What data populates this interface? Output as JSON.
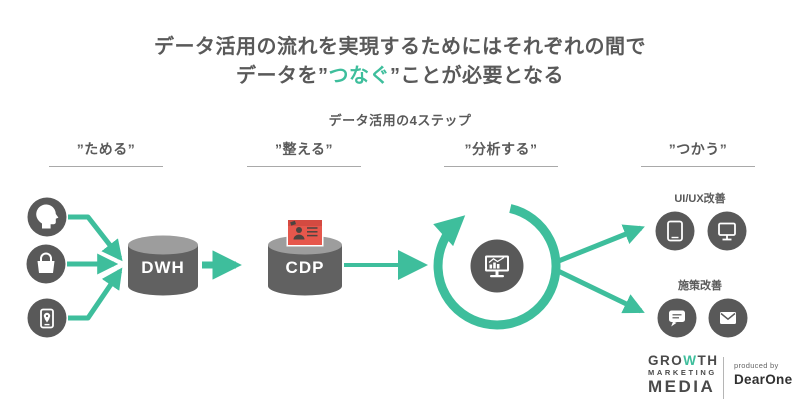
{
  "title": {
    "line1": "データ活用の流れを実現するためにはそれぞれの間で",
    "line2_prefix": "データを”",
    "line2_highlight": "つなぐ",
    "line2_suffix": "”ことが必要となる"
  },
  "subtitle": "データ活用の4ステップ",
  "steps": [
    {
      "label": "”ためる”"
    },
    {
      "label": "”整える”"
    },
    {
      "label": "”分析する”"
    },
    {
      "label": "”つかう”"
    }
  ],
  "diagram": {
    "dwh_label": "DWH",
    "cdp_label": "CDP",
    "output_groups": [
      {
        "label": "UI/UX改善",
        "icons": [
          "tablet-icon",
          "desktop-monitor-icon"
        ]
      },
      {
        "label": "施策改善",
        "icons": [
          "chat-bubble-icon",
          "email-icon"
        ]
      }
    ],
    "source_icons": [
      "user-profile-icon",
      "shopping-bag-icon",
      "mobile-location-icon"
    ],
    "analyze_icon": "analytics-monitor-icon",
    "cdp_badge_icon": "id-card-icon"
  },
  "colors": {
    "accent": "#3EBE9C",
    "dark_gray": "#595959",
    "cylinder_top": "#9d9d9d",
    "card_red": "#E6574C",
    "text": "#595959"
  },
  "footer": {
    "logo_line1_pre": "GRO",
    "logo_line1_w": "W",
    "logo_line1_post": "TH",
    "logo_line2": "MARKETING",
    "logo_line3": "MEDIA",
    "produced_by": "produced by",
    "producer": "DearOne"
  }
}
